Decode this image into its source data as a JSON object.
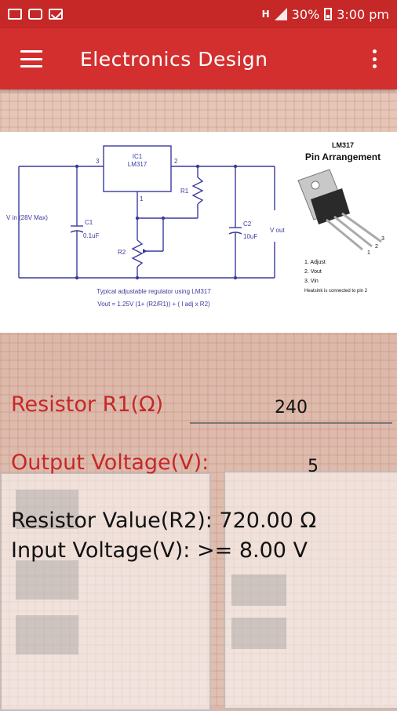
{
  "status_bar": {
    "signal_label": "H",
    "battery": "30%",
    "time": "3:00 pm"
  },
  "app_bar": {
    "title": "Electronics Design"
  },
  "schematic": {
    "ic_label": "IC1",
    "ic_name": "LM317",
    "pin1": "1",
    "pin2": "2",
    "pin3": "3",
    "r1": "R1",
    "r2": "R2",
    "c1": "C1",
    "c1_value": "0.1uF",
    "c2": "C2",
    "c2_value": "10uF",
    "vin": "V in (28V Max)",
    "vout": "V out",
    "caption1": "Typical adjustable regulator using LM317",
    "caption2": "Vout = 1.25V (1+ (R2/R1)) + ( I adj x R2)",
    "pin_title1": "LM317",
    "pin_title2": "Pin Arrangement",
    "pin_list": [
      "1. Adjust",
      "2. Vout",
      "3. Vin"
    ],
    "pin_note": "Heatsink is connected to pin 2"
  },
  "form": {
    "r1_label": "Resistor R1(Ω)",
    "r1_value": "240",
    "vout_label": "Output Voltage(V):",
    "vout_value": "5",
    "result_r2": "Resistor Value(R2): 720.00 Ω",
    "result_vin": "Input Voltage(V): >= 8.00 V"
  },
  "colors": {
    "primary": "#d32f2f",
    "status": "#c62828",
    "label": "#c62828"
  }
}
